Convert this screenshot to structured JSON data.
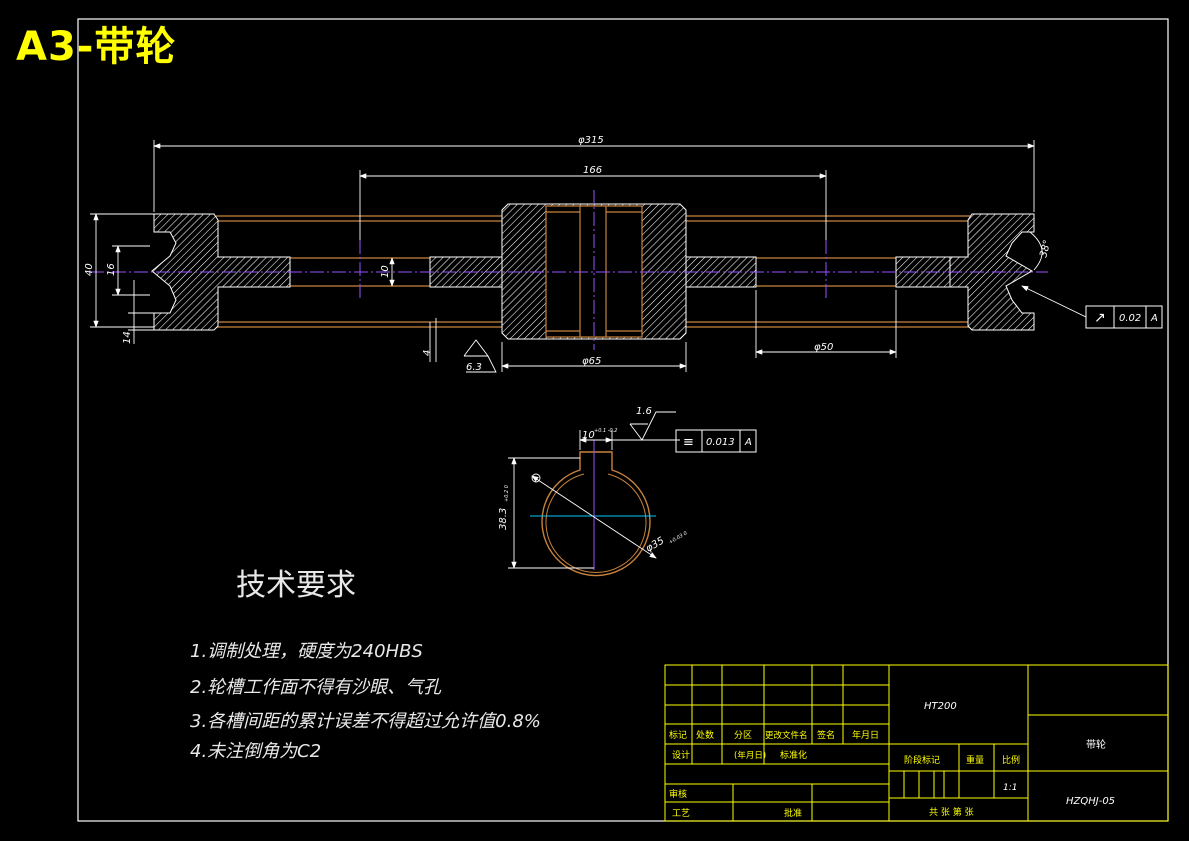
{
  "header": {
    "title": "A3-带轮"
  },
  "dimensions": {
    "d315": "φ315",
    "d166": "166",
    "d40": "40",
    "d16": "16",
    "d10": "10",
    "d14": "14",
    "d65": "φ65",
    "d50": "φ50",
    "angle": "38°",
    "small_d": "4",
    "key_width": "10",
    "key_tol": "+0.1\n-0.2",
    "depth": "38.3",
    "depth_tol": "+0.2\n0",
    "bore": "φ35",
    "bore_tol": "+0.03\n0"
  },
  "roughness": {
    "r1": "6.3",
    "r2": "1.6"
  },
  "tolerances": {
    "runout": {
      "symbol": "↗",
      "value": "0.02",
      "datum": "A"
    },
    "symmetry": {
      "symbol": "≡",
      "value": "0.013",
      "datum": "A"
    }
  },
  "requirements": {
    "heading": "技术要求",
    "items": [
      "1.调制处理，硬度为240HBS",
      "2.轮槽工作面不得有沙眼、气孔",
      "3.各槽间距的累计误差不得超过允许值0.8%",
      "4.未注倒角为C2"
    ]
  },
  "title_block": {
    "material": "HT200",
    "part_name": "带轮",
    "drawing_no": "HZQHJ-05",
    "scale": "1:1",
    "labels": {
      "mark": "标记",
      "count": "处数",
      "zone": "分区",
      "doc_no": "更改文件名",
      "sign": "签名",
      "date": "年月日",
      "design": "设计",
      "date2": "(年月日)",
      "standard": "标准化",
      "stage_mark": "阶段标记",
      "weight": "重量",
      "ratio": "比例",
      "review": "审核",
      "process": "工艺",
      "approve": "批准",
      "sheets": "共  张 第  张"
    }
  },
  "colors": {
    "background": "#000000",
    "frame": "#ffffff",
    "title_block": "#ffff00",
    "outline": "#c8823c",
    "dimension": "#ffffff",
    "centerline": "#9a50ff",
    "axis": "#00c8ff"
  }
}
